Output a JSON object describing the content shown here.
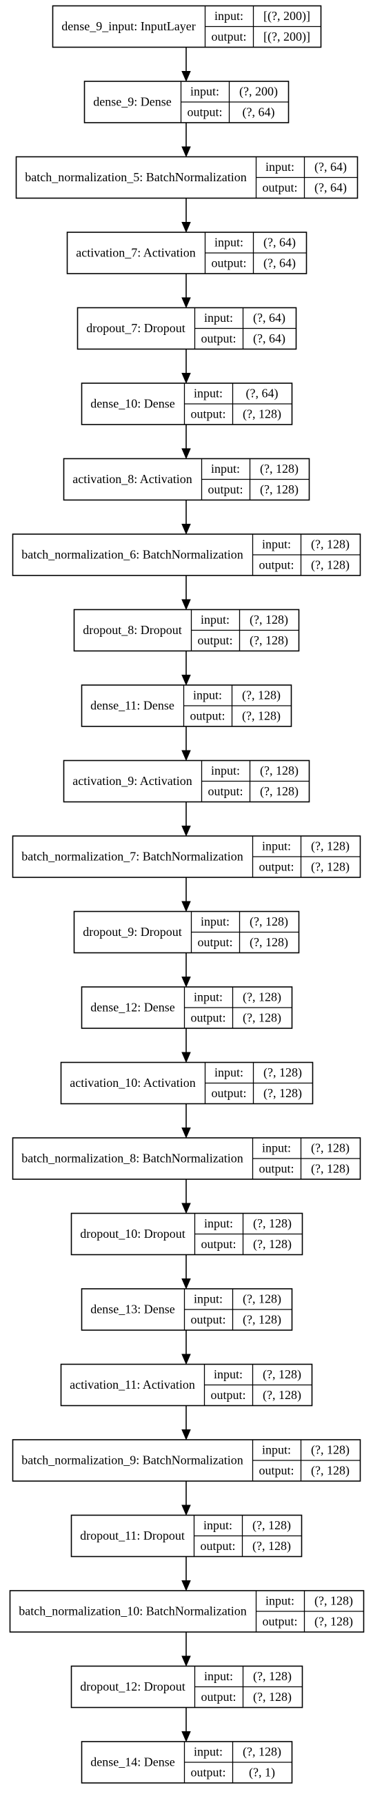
{
  "nodes": [
    {
      "name": "dense_9_input: InputLayer",
      "input": "[(?, 200)]",
      "output": "[(?, 200)]"
    },
    {
      "name": "dense_9: Dense",
      "input": "(?, 200)",
      "output": "(?, 64)"
    },
    {
      "name": "batch_normalization_5: BatchNormalization",
      "input": "(?, 64)",
      "output": "(?, 64)"
    },
    {
      "name": "activation_7: Activation",
      "input": "(?, 64)",
      "output": "(?, 64)"
    },
    {
      "name": "dropout_7: Dropout",
      "input": "(?, 64)",
      "output": "(?, 64)"
    },
    {
      "name": "dense_10: Dense",
      "input": "(?, 64)",
      "output": "(?, 128)"
    },
    {
      "name": "activation_8: Activation",
      "input": "(?, 128)",
      "output": "(?, 128)"
    },
    {
      "name": "batch_normalization_6: BatchNormalization",
      "input": "(?, 128)",
      "output": "(?, 128)"
    },
    {
      "name": "dropout_8: Dropout",
      "input": "(?, 128)",
      "output": "(?, 128)"
    },
    {
      "name": "dense_11: Dense",
      "input": "(?, 128)",
      "output": "(?, 128)"
    },
    {
      "name": "activation_9: Activation",
      "input": "(?, 128)",
      "output": "(?, 128)"
    },
    {
      "name": "batch_normalization_7: BatchNormalization",
      "input": "(?, 128)",
      "output": "(?, 128)"
    },
    {
      "name": "dropout_9: Dropout",
      "input": "(?, 128)",
      "output": "(?, 128)"
    },
    {
      "name": "dense_12: Dense",
      "input": "(?, 128)",
      "output": "(?, 128)"
    },
    {
      "name": "activation_10: Activation",
      "input": "(?, 128)",
      "output": "(?, 128)"
    },
    {
      "name": "batch_normalization_8: BatchNormalization",
      "input": "(?, 128)",
      "output": "(?, 128)"
    },
    {
      "name": "dropout_10: Dropout",
      "input": "(?, 128)",
      "output": "(?, 128)"
    },
    {
      "name": "dense_13: Dense",
      "input": "(?, 128)",
      "output": "(?, 128)"
    },
    {
      "name": "activation_11: Activation",
      "input": "(?, 128)",
      "output": "(?, 128)"
    },
    {
      "name": "batch_normalization_9: BatchNormalization",
      "input": "(?, 128)",
      "output": "(?, 128)"
    },
    {
      "name": "dropout_11: Dropout",
      "input": "(?, 128)",
      "output": "(?, 128)"
    },
    {
      "name": "batch_normalization_10: BatchNormalization",
      "input": "(?, 128)",
      "output": "(?, 128)"
    },
    {
      "name": "dropout_12: Dropout",
      "input": "(?, 128)",
      "output": "(?, 128)"
    },
    {
      "name": "dense_14: Dense",
      "input": "(?, 128)",
      "output": "(?, 1)"
    }
  ],
  "port_labels": {
    "input": "input:",
    "output": "output:"
  }
}
